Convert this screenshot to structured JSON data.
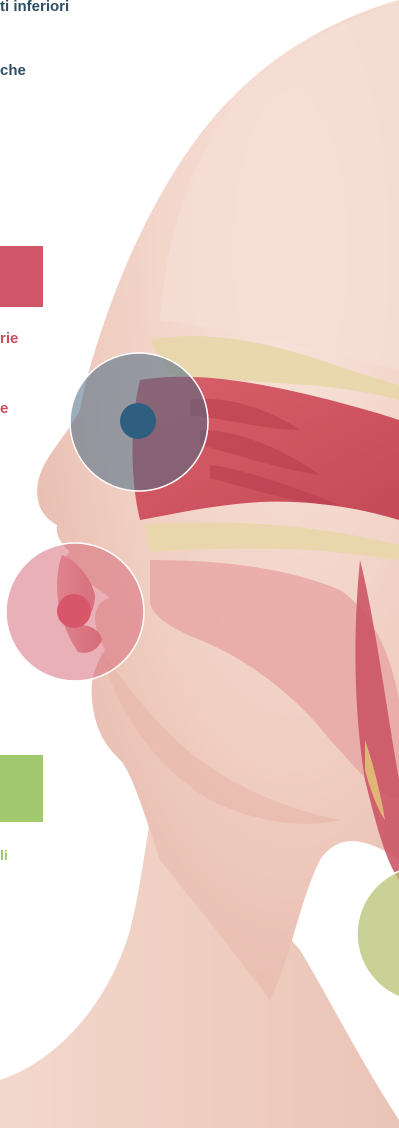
{
  "labels": {
    "top_line_1": "ti inferiori",
    "top_line_2": "che",
    "red_line_1": "rie",
    "red_line_2": "e",
    "green_line_1": "li"
  },
  "colors": {
    "blue_text": "#2d4f66",
    "red_text": "#cc4b5e",
    "green_text": "#9fc36a",
    "red_tab": "#d2566a",
    "green_tab": "#a3c96e",
    "nose_marker": "#2f5f80",
    "mouth_marker": "#d8566a",
    "throat_marker": "#b8c274"
  },
  "markers": [
    {
      "name": "nose-area",
      "color": "#2f5f80"
    },
    {
      "name": "mouth-area",
      "color": "#d8566a"
    },
    {
      "name": "throat-area",
      "color": "#b8c274"
    }
  ]
}
